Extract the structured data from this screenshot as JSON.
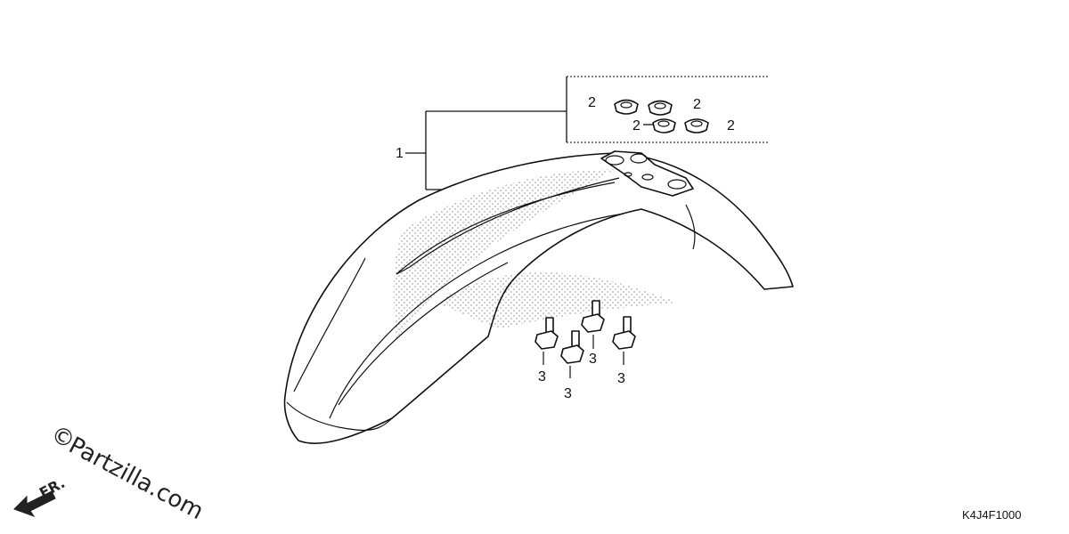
{
  "diagram": {
    "code": "K4J4F1000",
    "callouts": {
      "fender": "1",
      "grommet_a": "2",
      "grommet_b": "2",
      "grommet_c": "2",
      "grommet_d": "2",
      "bolt_a": "3",
      "bolt_b": "3",
      "bolt_c": "3",
      "bolt_d": "3"
    },
    "watermark": {
      "copyright": "©",
      "brand": "Partzilla.com",
      "direction": "FR."
    }
  }
}
